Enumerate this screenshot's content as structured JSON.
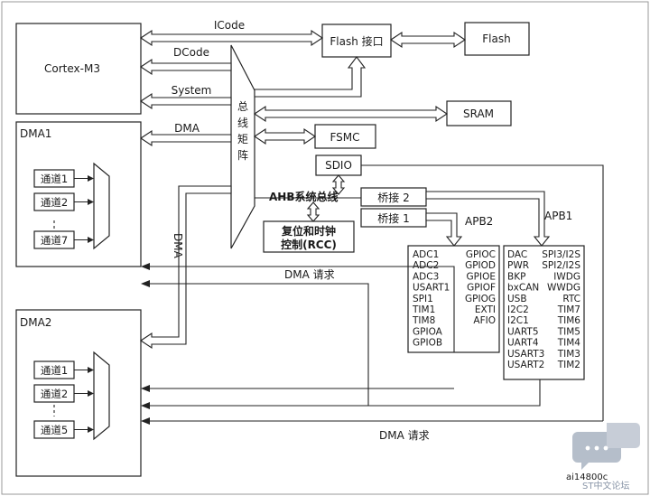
{
  "cortex": "Cortex-M3",
  "flash_if": "Flash 接口",
  "flash": "Flash",
  "sram": "SRAM",
  "fsmc": "FSMC",
  "sdio": "SDIO",
  "bus": {
    "icode": "ICode",
    "dcode": "DCode",
    "system": "System",
    "dma": "DMA"
  },
  "bus_matrix": "总线矩阵",
  "ahb": "AHB系统总线",
  "bridge1": "桥接 1",
  "bridge2": "桥接 2",
  "rcc_line1": "复位和时钟",
  "rcc_line2": "控制(RCC)",
  "apb1": "APB1",
  "apb2": "APB2",
  "dma1": "DMA1",
  "dma2": "DMA2",
  "dma_vertical": "DMA",
  "dma_request_1": "DMA 请求",
  "dma_request_2": "DMA 请求",
  "dma1_channels": [
    "通道1",
    "通道2",
    "通道7"
  ],
  "dma2_channels": [
    "通道1",
    "通道2",
    "通道5"
  ],
  "apb2_left": [
    "ADC1",
    "ADC2",
    "ADC3",
    "USART1",
    "SPI1",
    "TIM1",
    "TIM8",
    "GPIOA",
    "GPIOB"
  ],
  "apb2_right": [
    "GPIOC",
    "GPIOD",
    "GPIOE",
    "GPIOF",
    "GPIOG",
    "EXTI",
    "AFIO"
  ],
  "apb1_left": [
    "DAC",
    "PWR",
    "BKP",
    "bxCAN",
    "USB",
    "I2C2",
    "I2C1",
    "UART5",
    "UART4",
    "USART3",
    "USART2"
  ],
  "apb1_right": [
    "SPI3/I2S",
    "SPI2/I2S",
    "IWDG",
    "WWDG",
    "RTC",
    "TIM7",
    "TIM6",
    "TIM5",
    "TIM4",
    "TIM3",
    "TIM2"
  ],
  "figure_id": "ai14800c",
  "watermark": "ST中文论坛"
}
